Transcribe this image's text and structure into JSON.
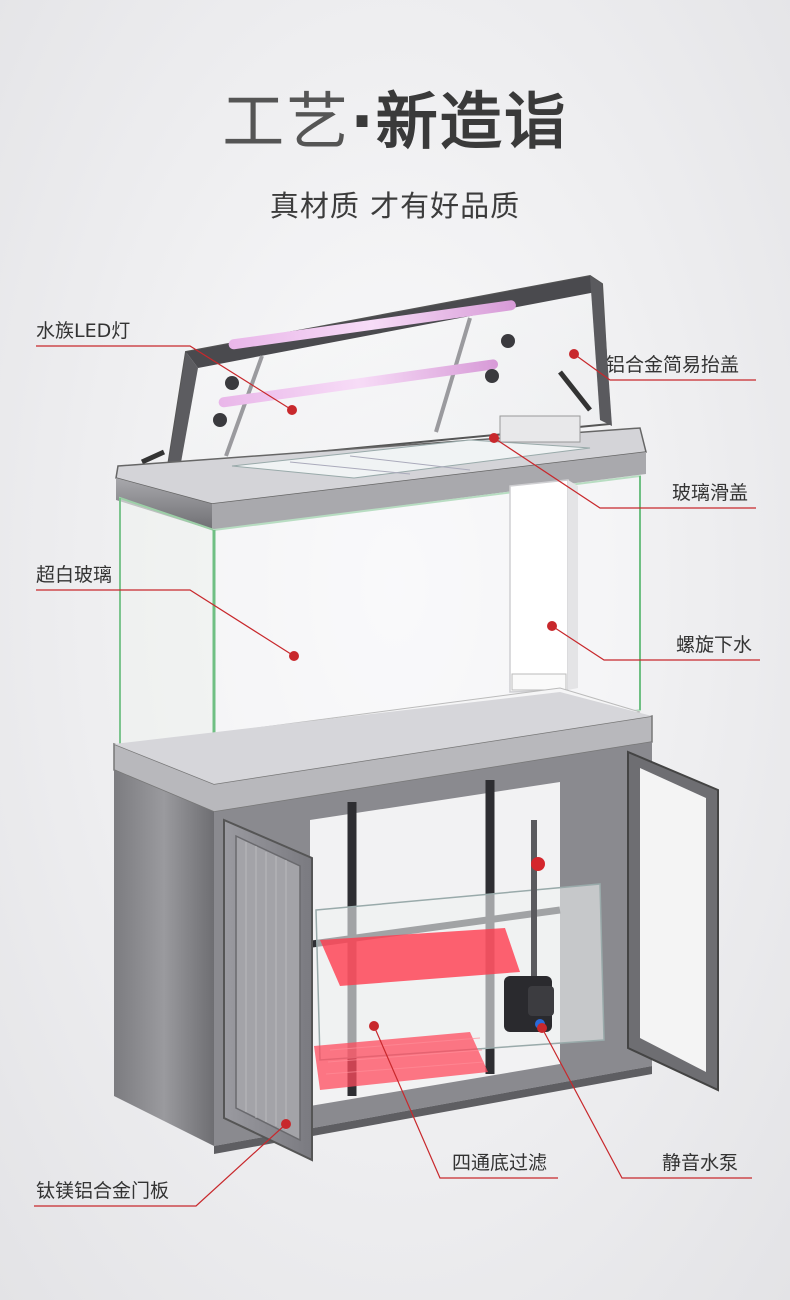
{
  "header": {
    "title_light": "工艺",
    "title_dot": "·",
    "title_bold": "新造诣",
    "subtitle": "真材质 才有好品质"
  },
  "callouts": {
    "led_light": "水族LED灯",
    "alloy_lid": "铝合金简易抬盖",
    "glass_slide_cover": "玻璃滑盖",
    "ultra_white_glass": "超白玻璃",
    "spiral_drain": "螺旋下水",
    "door_panel": "钛镁铝合金门板",
    "bottom_filter": "四通底过滤",
    "silent_pump": "静音水泵"
  },
  "colors": {
    "accent_red": "#c8282c",
    "text_dark": "#333333"
  }
}
